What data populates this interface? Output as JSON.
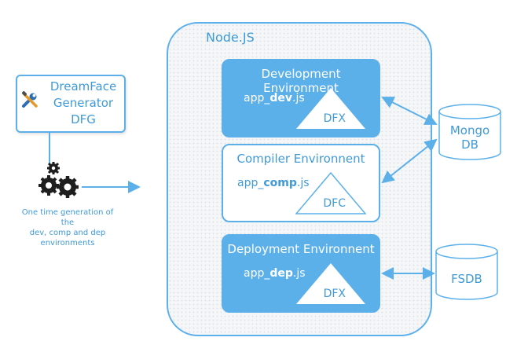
{
  "node": {
    "title": "Node.JS"
  },
  "generator": {
    "line1": "DreamFace",
    "line2": "Generator",
    "line3": "DFG",
    "icon": "tools-icon"
  },
  "caption": {
    "line1": "One time generation of the",
    "line2": "dev, comp and dep",
    "line3": "environments"
  },
  "environments": [
    {
      "title": "Development Environment",
      "app_prefix": "app_",
      "app_bold": "dev",
      "app_suffix": ".js",
      "engine": "DFX"
    },
    {
      "title": "Compiler Environnent",
      "app_prefix": "app_",
      "app_bold": "comp",
      "app_suffix": ".js",
      "engine": "DFC"
    },
    {
      "title": "Deployment Environnent",
      "app_prefix": "app_",
      "app_bold": "dep",
      "app_suffix": ".js",
      "engine": "DFX"
    }
  ],
  "databases": [
    {
      "line1": "Mongo",
      "line2": "DB"
    },
    {
      "line1": "FSDB"
    }
  ],
  "colors": {
    "accent": "#5cb0ea",
    "text": "#3f9ad8",
    "gear": "#1e1e1e"
  }
}
